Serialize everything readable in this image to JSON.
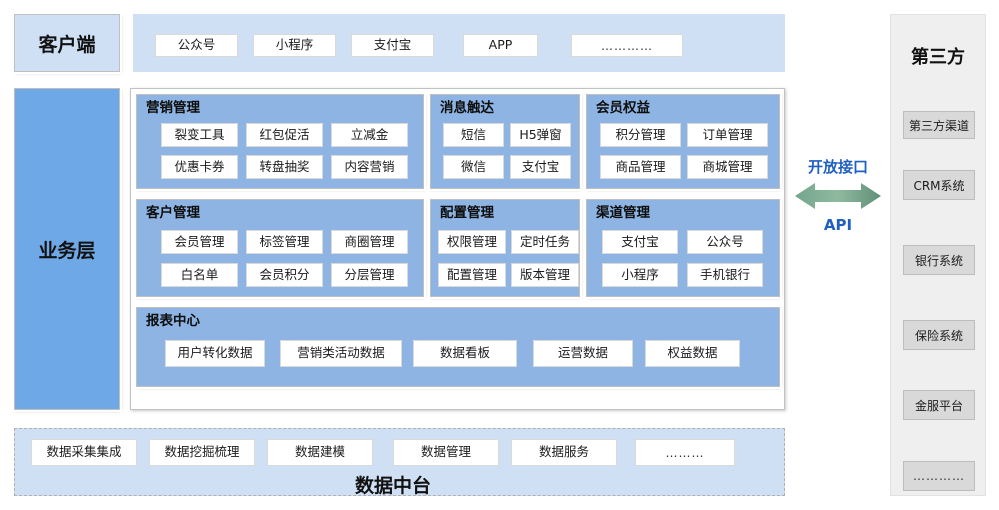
{
  "client": {
    "label": "客户端",
    "channels": [
      {
        "label": "公众号"
      },
      {
        "label": "小程序"
      },
      {
        "label": "支付宝"
      },
      {
        "label": "APP"
      },
      {
        "label": "…………"
      }
    ]
  },
  "business": {
    "label": "业务层",
    "groups": [
      {
        "title": "营销管理",
        "items": [
          "裂变工具",
          "红包促活",
          "立减金",
          "优惠卡券",
          "转盘抽奖",
          "内容营销"
        ]
      },
      {
        "title": "消息触达",
        "items": [
          "短信",
          "H5弹窗",
          "微信",
          "支付宝"
        ]
      },
      {
        "title": "会员权益",
        "items": [
          "积分管理",
          "订单管理",
          "商品管理",
          "商城管理"
        ]
      },
      {
        "title": "客户管理",
        "items": [
          "会员管理",
          "标签管理",
          "商圈管理",
          "白名单",
          "会员积分",
          "分层管理"
        ]
      },
      {
        "title": "配置管理",
        "items": [
          "权限管理",
          "定时任务",
          "配置管理",
          "版本管理"
        ]
      },
      {
        "title": "渠道管理",
        "items": [
          "支付宝",
          "公众号",
          "小程序",
          "手机银行"
        ]
      },
      {
        "title": "报表中心",
        "items": [
          "用户转化数据",
          "营销类活动数据",
          "数据看板",
          "运营数据",
          "权益数据"
        ]
      }
    ]
  },
  "api": {
    "top_label": "开放接口",
    "bottom_label": "API"
  },
  "third_party": {
    "title": "第三方",
    "systems": [
      "第三方渠道",
      "CRM系统",
      "银行系统",
      "保险系统",
      "金服平台",
      "…………"
    ]
  },
  "data_platform": {
    "title": "数据中台",
    "items": [
      "数据采集集成",
      "数据挖掘梳理",
      "数据建模",
      "数据管理",
      "数据服务",
      "………"
    ]
  },
  "colors": {
    "client_bar": "#cfe0f5",
    "business_label": "#6fa8e6",
    "group_panel": "#8db4e2",
    "api_text": "#2060c0",
    "api_arrow": "#6e9e87",
    "third_party_bg": "#efefef",
    "third_party_chip": "#d9d9d9",
    "data_platform_bg": "#cfe0f5"
  }
}
